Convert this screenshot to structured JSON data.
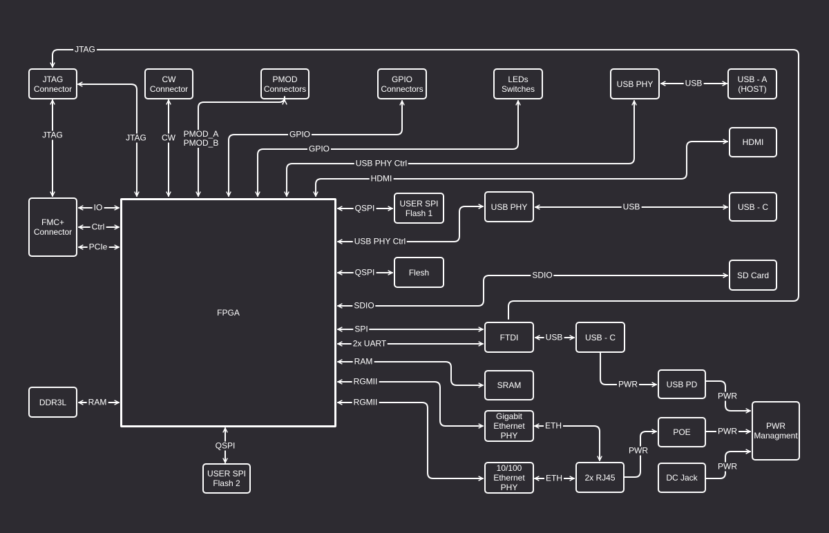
{
  "colors": {
    "background": "#2d2b31",
    "line": "#ffffff",
    "text": "#ffffff"
  },
  "blocks": {
    "fpga": "FPGA",
    "jtag_connector": "JTAG\nConnector",
    "cw_connector": "CW\nConnector",
    "pmod_connectors": "PMOD\nConnectors",
    "gpio_connectors": "GPIO\nConnectors",
    "leds_switches": "LEDs\nSwitches",
    "usb_phy_top": "USB PHY",
    "usb_a_host": "USB - A\n(HOST)",
    "hdmi": "HDMI",
    "fmc_connector": "FMC+\nConnector",
    "user_spi_flash_1": "USER SPI\nFlash 1",
    "usb_phy_mid": "USB PHY",
    "usb_c_top": "USB - C",
    "flash": "Flesh",
    "sd_card": "SD Card",
    "ftdi": "FTDI",
    "usb_c_ftdi": "USB - C",
    "sram": "SRAM",
    "usb_pd": "USB PD",
    "pwr_management": "PWR\nManagment",
    "gigabit_phy": "Gigabit\nEthernet\nPHY",
    "poe": "POE",
    "ethernet_100_phy": "10/100\nEthernet\nPHY",
    "rj45": "2x RJ45",
    "dc_jack": "DC Jack",
    "ddr3l": "DDR3L",
    "user_spi_flash_2": "USER SPI\nFlash 2"
  },
  "labels": {
    "jtag_top": "JTAG",
    "jtag_left": "JTAG",
    "jtag_fpga": "JTAG",
    "cw": "CW",
    "pmod_ab": "PMOD_A\nPMOD_B",
    "gpio_1": "GPIO",
    "gpio_2": "GPIO",
    "usb_phy_ctrl_top": "USB PHY Ctrl",
    "hdmi": "HDMI",
    "usb_top": "USB",
    "fmc_io": "IO",
    "fmc_ctrl": "Ctrl",
    "fmc_pcie": "PCIe",
    "qspi_1": "QSPI",
    "usb_mid": "USB",
    "usb_phy_ctrl_mid": "USB PHY Ctrl",
    "qspi_2": "QSPI",
    "sdio_right": "SDIO",
    "sdio_left": "SDIO",
    "spi": "SPI",
    "uart": "2x UART",
    "usb_ftdi": "USB",
    "ram_sram": "RAM",
    "rgmii_1": "RGMII",
    "rgmii_2": "RGMII",
    "pwr_usbpd_in": "PWR",
    "pwr_usbpd_out": "PWR",
    "eth_1": "ETH",
    "eth_2": "ETH",
    "pwr_rj45": "PWR",
    "pwr_poe": "PWR",
    "pwr_dc": "PWR",
    "ram_ddr": "RAM",
    "qspi_bottom": "QSPI"
  }
}
